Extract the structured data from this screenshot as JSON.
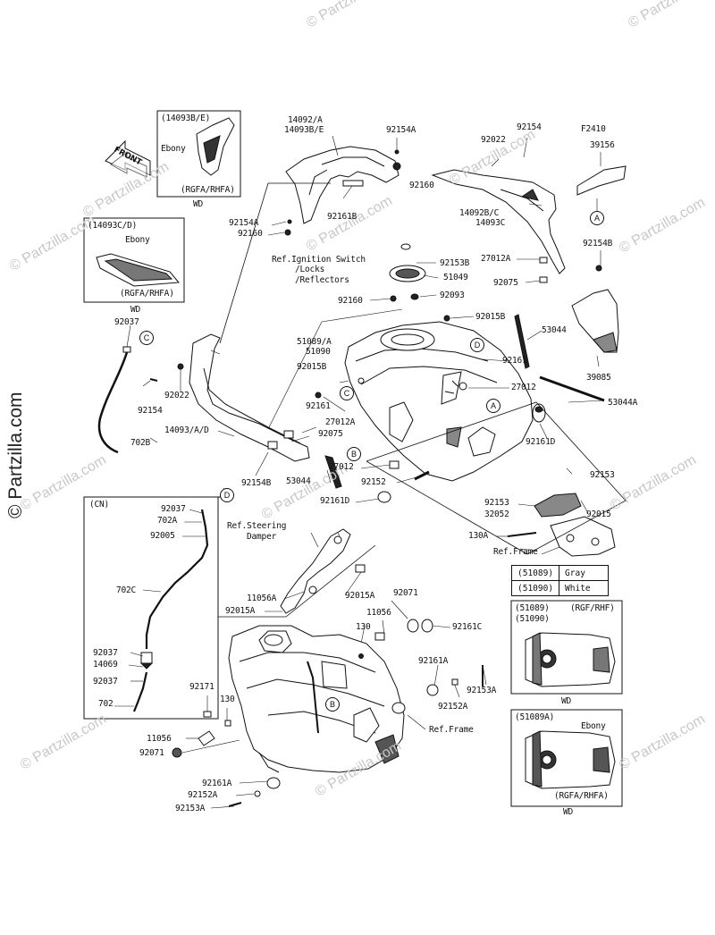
{
  "watermark": "© Partzilla.com",
  "watermark_main": "© Partzilla.com",
  "front_arrow": "FRONT",
  "callouts": [
    "A",
    "B",
    "C",
    "D"
  ],
  "inset_14093be": {
    "part": "(14093B/E)",
    "color": "Ebony",
    "model": "(RGFA/RHFA)",
    "wd": "WD"
  },
  "inset_14093cd": {
    "part": "(14093C/D)",
    "color": "Ebony",
    "model": "(RGFA/RHFA)",
    "wd": "WD"
  },
  "inset_cn": {
    "title": "(CN)"
  },
  "color_table": [
    {
      "part": "(51089)",
      "color": "Gray"
    },
    {
      "part": "(51090)",
      "color": "White"
    }
  ],
  "inset_51089_51090": {
    "part1": "(51089)",
    "part2": "(51090)",
    "model": "(RGF/RHF)",
    "wd": "WD"
  },
  "inset_51089a": {
    "part": "(51089A)",
    "color": "Ebony",
    "model": "(RGFA/RHFA)",
    "wd": "WD"
  },
  "labels": {
    "p14092a": "14092/A",
    "p14093be": "14093B/E",
    "p92154a_top": "92154A",
    "p92160_top": "92160",
    "p92161b": "92161B",
    "p92154a_left": "92154A",
    "p92160_left": "92160",
    "p92154_right": "92154",
    "p92022_right": "92022",
    "p14092bc": "14092B/C",
    "p14093c": "14093C",
    "pF2410": "F2410",
    "p39156": "39156",
    "p92154b_right": "92154B",
    "p27012a_right": "27012A",
    "p92075_right": "92075",
    "p39085": "39085",
    "ref_ignition1": "Ref.Ignition Switch",
    "ref_ignition2": "/Locks",
    "ref_ignition3": "/Reflectors",
    "p92153b": "92153B",
    "p51049": "51049",
    "p92093": "92093",
    "p92160_mid": "92160",
    "p92015b_top": "92015B",
    "p53044_right": "53044",
    "p51089a": "51089/A",
    "p51090": "51090",
    "p92015b_left": "92015B",
    "p92161_right": "92161",
    "p27012_right": "27012",
    "p53044a": "53044A",
    "p92161_mid": "92161",
    "p27012a_mid": "27012A",
    "p92075_mid": "92075",
    "p92161d_right": "92161D",
    "p92037_top": "92037",
    "p92154_left": "92154",
    "p92022_left": "92022",
    "p14093ad": "14093/A/D",
    "p702b": "702B",
    "p92154b_left": "92154B",
    "p27012_mid": "27012",
    "p53044_mid": "53044",
    "p92152_mid": "92152",
    "p92161d_mid": "92161D",
    "p92153_right": "92153",
    "p92153_mid": "92153",
    "p32052": "32052",
    "p92015_right": "92015",
    "p130a": "130A",
    "ref_frame_right": "Ref.Frame",
    "p92037_cn": "92037",
    "p702a": "702A",
    "p92005": "92005",
    "p702c": "702C",
    "p92037_cn2": "92037",
    "p14069": "14069",
    "p92037_cn3": "92037",
    "p702": "702",
    "ref_steering1": "Ref.Steering",
    "ref_steering2": "Damper",
    "p11056a": "11056A",
    "p92015a_mid": "92015A",
    "p92015a_left": "92015A",
    "p92071_mid": "92071",
    "p11056_mid": "11056",
    "p130_mid": "130",
    "p92161c": "92161C",
    "p92161a_mid": "92161A",
    "p92153a_right": "92153A",
    "p92152a_mid": "92152A",
    "ref_frame_low": "Ref.Frame",
    "p92171": "92171",
    "p130_left": "130",
    "p11056_left": "11056",
    "p92071_left": "92071",
    "p92161a_low": "92161A",
    "p92152a_low": "92152A",
    "p92153a_low": "92153A"
  }
}
